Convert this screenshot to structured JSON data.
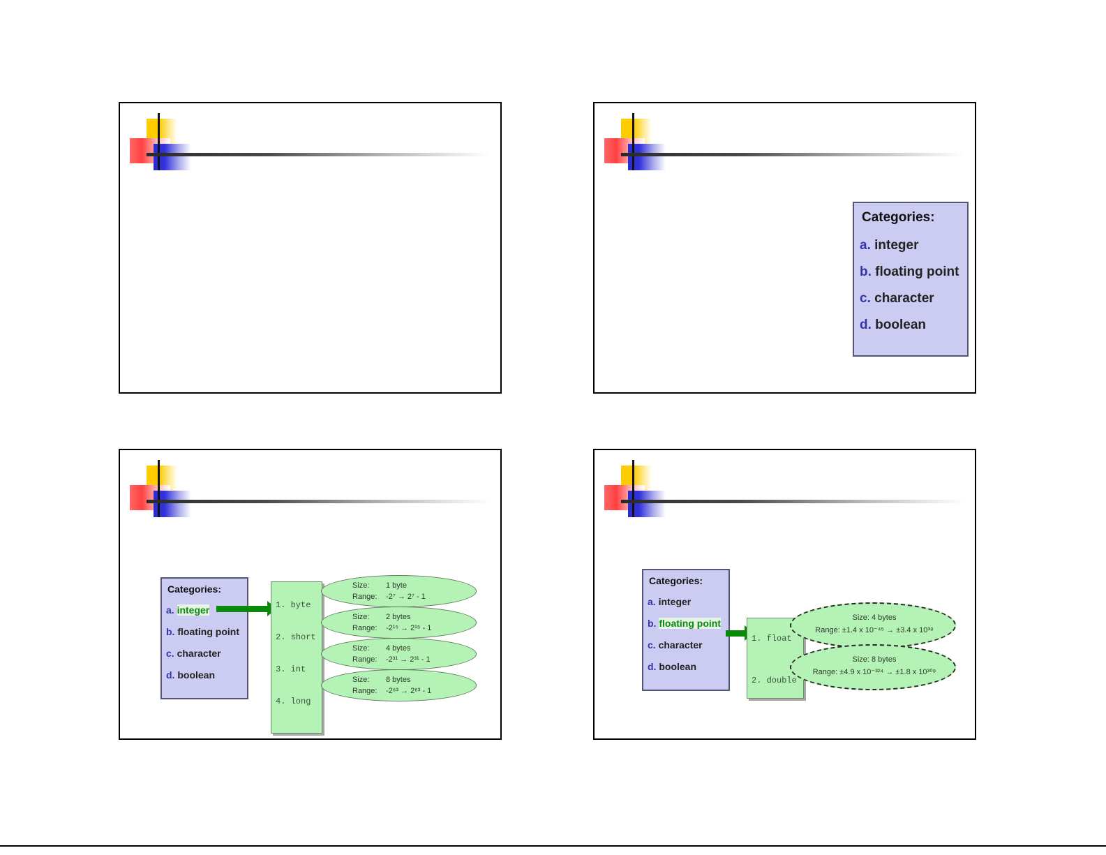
{
  "document": {
    "type": "presentation-handout",
    "slides_per_page": 4
  },
  "logo": {
    "name": "powerpoint-design-template-logo",
    "colors": {
      "yellow": "#ffcc00",
      "red": "#ff4040",
      "blue": "#3333dd",
      "rule": "#2a2a2a"
    }
  },
  "categories": {
    "title": "Categories:",
    "items": [
      {
        "letter": "a.",
        "label": "integer"
      },
      {
        "letter": "b.",
        "label": "floating point"
      },
      {
        "letter": "c.",
        "label": "character"
      },
      {
        "letter": "d.",
        "label": "boolean"
      }
    ]
  },
  "slides": [
    {
      "index": 1,
      "title": "",
      "content": "blank"
    },
    {
      "index": 2,
      "title": "",
      "content": "categories-only"
    },
    {
      "index": 3,
      "title": "",
      "content": "integer-types",
      "highlight": "integer"
    },
    {
      "index": 4,
      "title": "",
      "content": "floating-point-types",
      "highlight": "floating point"
    }
  ],
  "integer_types": {
    "box_items": [
      "1. byte",
      "2. short",
      "3. int",
      "4. long"
    ],
    "details": [
      {
        "size_label": "Size:",
        "size_value": "1 byte",
        "range_label": "Range:",
        "range_value": "-2⁷ → 2⁷ - 1"
      },
      {
        "size_label": "Size:",
        "size_value": "2 bytes",
        "range_label": "Range:",
        "range_value": "-2¹⁵ → 2¹⁵ - 1"
      },
      {
        "size_label": "Size:",
        "size_value": "4 bytes",
        "range_label": "Range:",
        "range_value": "-2³¹ → 2³¹ - 1"
      },
      {
        "size_label": "Size:",
        "size_value": "8 bytes",
        "range_label": "Range:",
        "range_value": "-2⁶³ → 2⁶³ - 1"
      }
    ]
  },
  "floating_point_types": {
    "box_items": [
      "1. float",
      "2. double"
    ],
    "details": [
      {
        "size_line": "Size: 4 bytes",
        "range_line": "Range: ±1.4 x 10⁻⁴⁵ → ±3.4 x 10³⁸"
      },
      {
        "size_line": "Size: 8 bytes",
        "range_line": "Range: ±4.9 x 10⁻³²⁴ → ±1.8 x 10³⁰⁸"
      }
    ]
  },
  "colors": {
    "categories_fill": "#ccccf2",
    "categories_border": "#555577",
    "type_box_fill": "#b5f2b5",
    "arrow": "#0a8a0a",
    "highlight_text": "#118811"
  }
}
